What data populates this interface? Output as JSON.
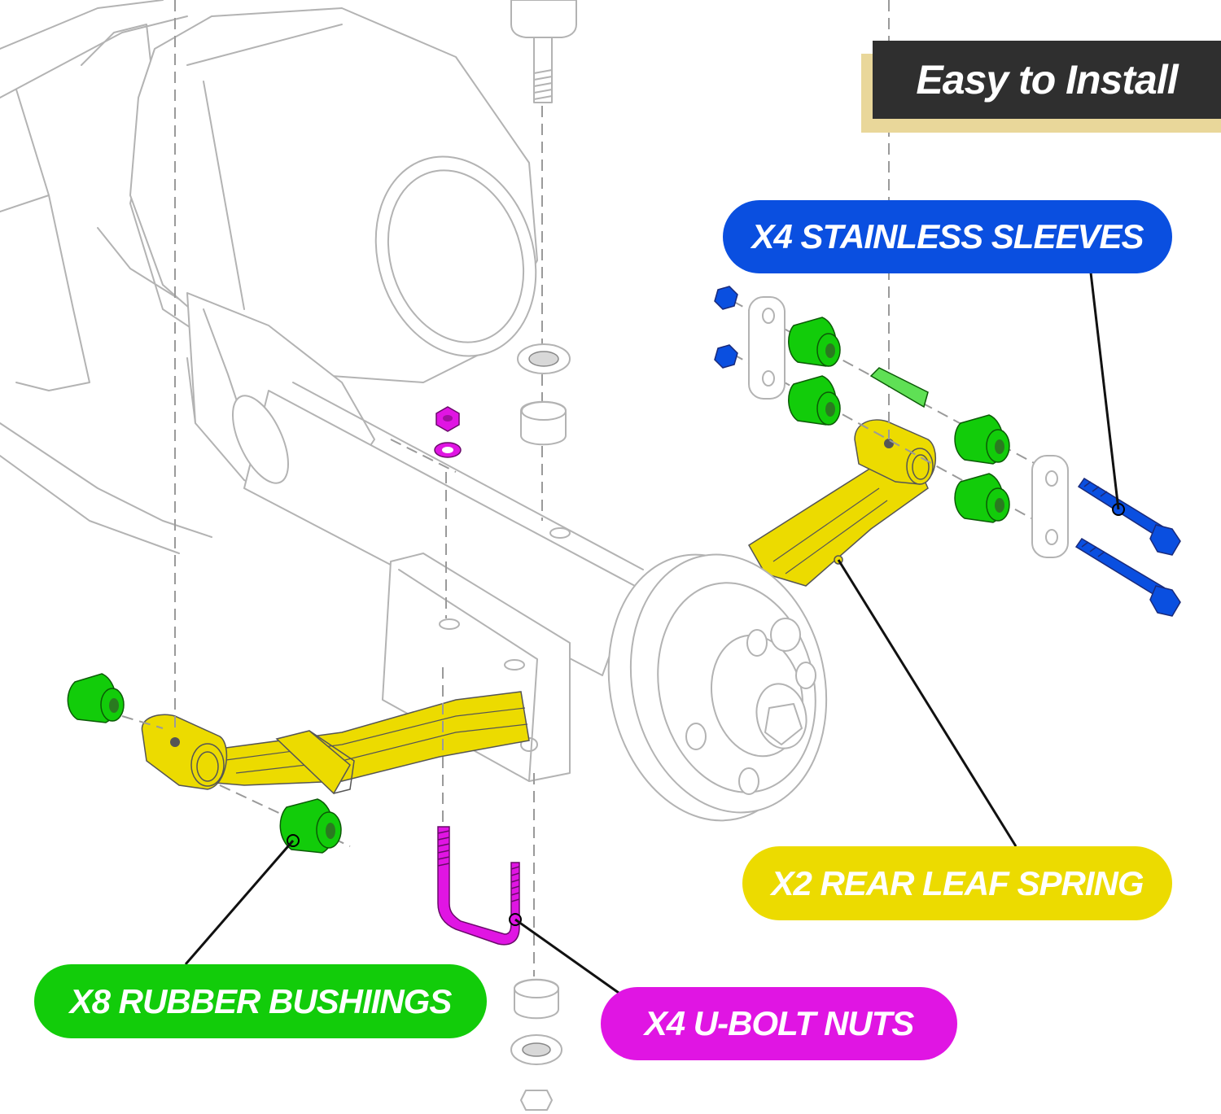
{
  "banner": {
    "text": "Easy to Install"
  },
  "labels": {
    "sleeves": "X4 STAINLESS SLEEVES",
    "leaf_spring": "X2 REAR LEAF SPRING",
    "bushings": "X8 RUBBER BUSHIINGS",
    "ubolt_nuts": "X4 U-BOLT NUTS"
  },
  "colors": {
    "sleeves": "#0a4fe0",
    "leaf_spring": "#ecdb00",
    "bushings": "#12cc0a",
    "ubolt_nuts": "#e015e3",
    "outline": "#b5b5b5",
    "banner_bg": "#2f2f2f",
    "banner_accent": "#e9d79a"
  }
}
